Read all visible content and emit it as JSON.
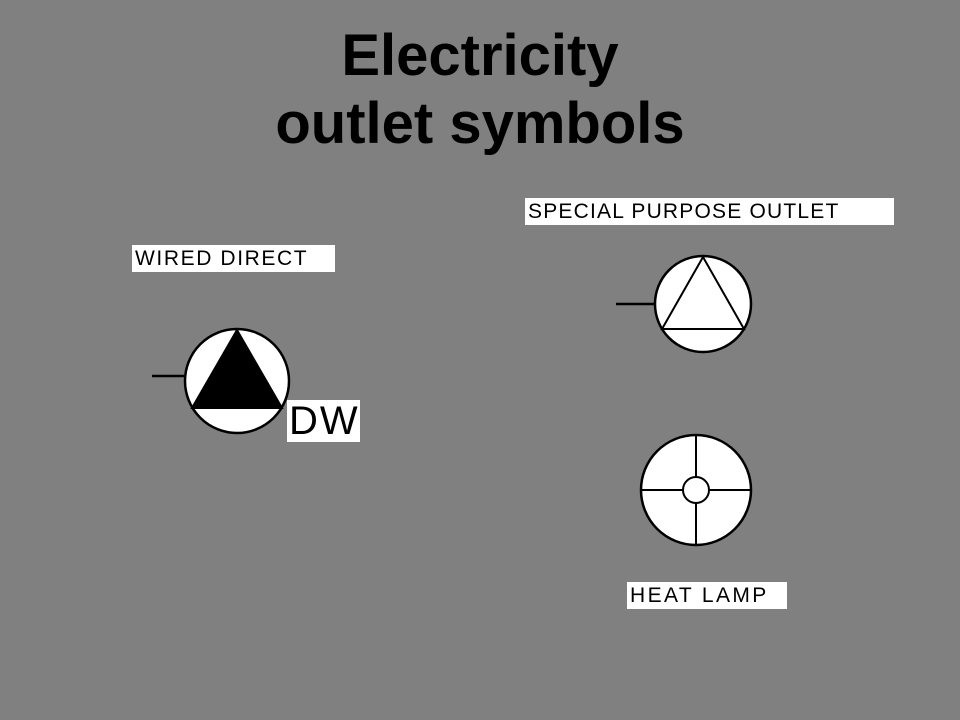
{
  "slide": {
    "background": "#808080",
    "title_line1": "Electricity",
    "title_line2": "outlet symbols"
  },
  "symbols": {
    "wired_direct": {
      "label": "WIRED DIRECT",
      "tag": "DW",
      "fill": "#000000"
    },
    "special_purpose_outlet": {
      "label": "SPECIAL PURPOSE OUTLET",
      "fill": "#ffffff"
    },
    "heat_lamp": {
      "label": "HEAT LAMP",
      "fill": "#ffffff"
    }
  }
}
